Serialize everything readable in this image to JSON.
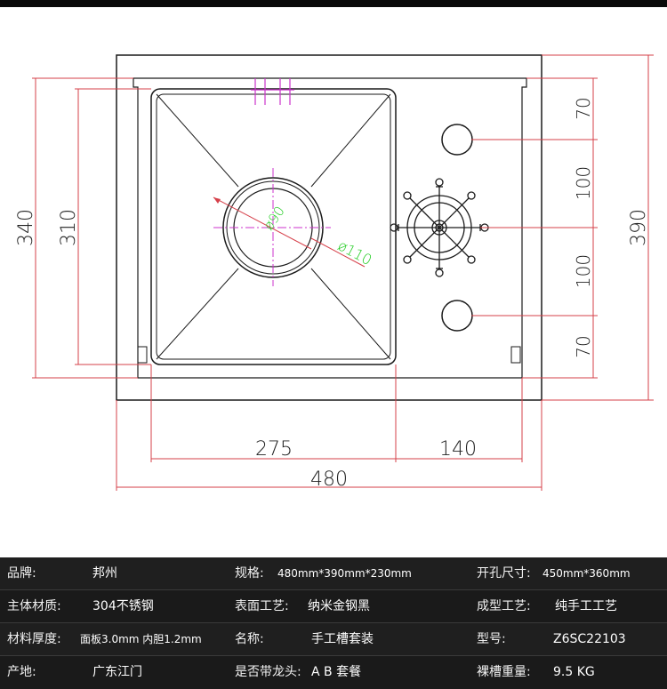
{
  "drawing": {
    "dimensions": {
      "overall_width": "480",
      "bowl_width": "275",
      "side_width": "140",
      "overall_height": "390",
      "outer_height": "340",
      "bowl_height": "310",
      "right_segments": [
        "70",
        "100",
        "100",
        "70"
      ]
    },
    "drain_labels": {
      "inner": "ø90",
      "outer": "ø110"
    },
    "colors": {
      "dimension_line": "#d6404a",
      "center_line": "#cc33cc",
      "drain_label": "#22cc22",
      "outline": "#1a1a1a"
    }
  },
  "specs": [
    [
      {
        "label": "品牌:",
        "value": "邦州"
      },
      {
        "label": "规格:",
        "value": "480mm*390mm*230mm"
      },
      {
        "label": "开孔尺寸:",
        "value": "450mm*360mm"
      }
    ],
    [
      {
        "label": "主体材质:",
        "value": "304不锈钢"
      },
      {
        "label": "表面工艺:",
        "value": "纳米金钢黑"
      },
      {
        "label": "成型工艺:",
        "value": "纯手工工艺"
      }
    ],
    [
      {
        "label": "材料厚度:",
        "value": "面板3.0mm 内胆1.2mm"
      },
      {
        "label": "名称:",
        "value": "手工槽套装"
      },
      {
        "label": "型号:",
        "value": "Z6SC22103"
      }
    ],
    [
      {
        "label": "产地:",
        "value": "广东江门"
      },
      {
        "label": "是否带龙头:",
        "value": "A B 套餐"
      },
      {
        "label": "裸槽重量:",
        "value": "9.5 KG"
      }
    ]
  ]
}
